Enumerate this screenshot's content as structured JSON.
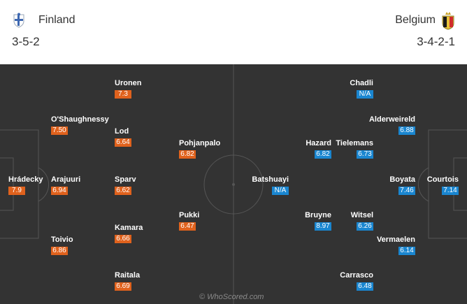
{
  "home": {
    "name": "Finland",
    "formation": "3-5-2",
    "crest_icon": "finland-crest-icon",
    "color": "#e0621d",
    "players": [
      {
        "name": "Uronen",
        "rating": "7.3"
      },
      {
        "name": "O'Shaughnessy",
        "rating": "7.50"
      },
      {
        "name": "Lod",
        "rating": "6.64"
      },
      {
        "name": "Pohjanpalo",
        "rating": "6.82"
      },
      {
        "name": "Hrádecky",
        "rating": "7.9"
      },
      {
        "name": "Arajuuri",
        "rating": "6.94"
      },
      {
        "name": "Sparv",
        "rating": "6.62"
      },
      {
        "name": "Pukki",
        "rating": "6.47"
      },
      {
        "name": "Kamara",
        "rating": "6.66"
      },
      {
        "name": "Toivio",
        "rating": "6.86"
      },
      {
        "name": "Raitala",
        "rating": "6.69"
      }
    ]
  },
  "away": {
    "name": "Belgium",
    "formation": "3-4-2-1",
    "crest_icon": "belgium-crest-icon",
    "color": "#1a86d0",
    "players": [
      {
        "name": "Chadli",
        "rating": "N/A"
      },
      {
        "name": "Alderweireld",
        "rating": "6.88"
      },
      {
        "name": "Hazard",
        "rating": "6.82"
      },
      {
        "name": "Tielemans",
        "rating": "6.73"
      },
      {
        "name": "Batshuayi",
        "rating": "N/A"
      },
      {
        "name": "Boyata",
        "rating": "7.46"
      },
      {
        "name": "Courtois",
        "rating": "7.14"
      },
      {
        "name": "Bruyne",
        "rating": "8.97"
      },
      {
        "name": "Witsel",
        "rating": "6.26"
      },
      {
        "name": "Vermaelen",
        "rating": "6.14"
      },
      {
        "name": "Carrasco",
        "rating": "6.48"
      }
    ]
  },
  "watermark": "© WhoScored.com"
}
